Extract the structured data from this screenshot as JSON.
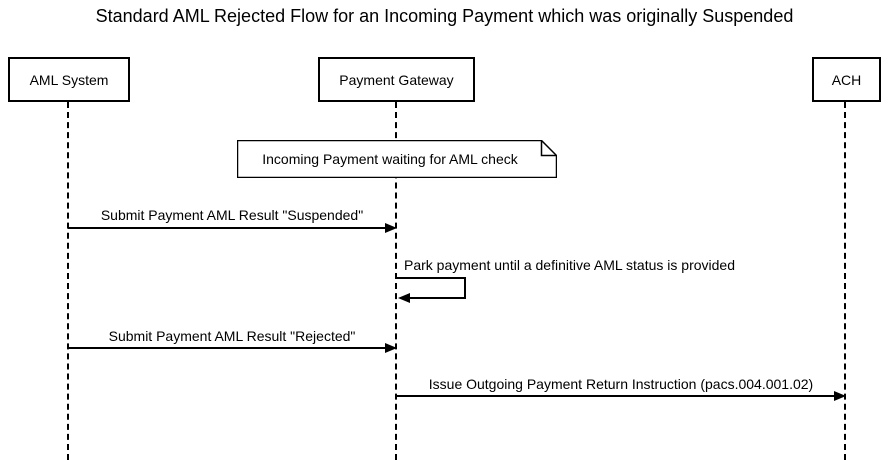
{
  "title": "Standard AML Rejected Flow for an Incoming Payment which was originally Suspended",
  "actors": {
    "aml": {
      "label": "AML System"
    },
    "gateway": {
      "label": "Payment Gateway"
    },
    "ach": {
      "label": "ACH"
    }
  },
  "note": {
    "text": "Incoming Payment waiting for AML check"
  },
  "messages": {
    "suspended": {
      "label": "Submit Payment AML Result \"Suspended\""
    },
    "park": {
      "label": "Park payment until a definitive AML status is provided"
    },
    "rejected": {
      "label": "Submit Payment AML Result \"Rejected\""
    },
    "return_instruction": {
      "label": "Issue Outgoing Payment Return Instruction (pacs.004.001.02)"
    }
  }
}
